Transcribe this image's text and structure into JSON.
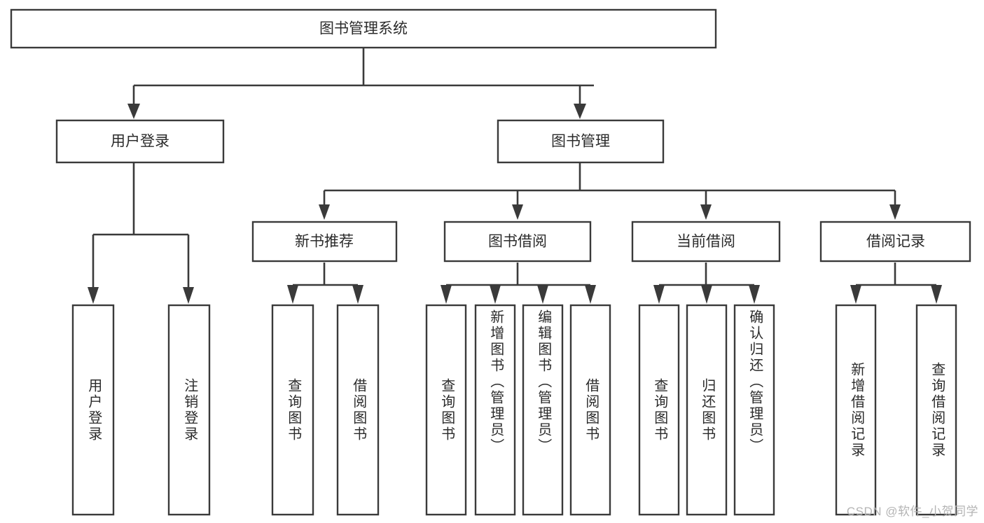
{
  "diagram": {
    "title": "图书管理系统",
    "type": "tree-hierarchy",
    "watermark": "CSDN @软件_小贺同学",
    "colors": {
      "stroke": "#3a3a3a",
      "box_fill": "#ffffff",
      "text": "#2b2b2b",
      "background": "#ffffff",
      "watermark": "#b4b4b4"
    },
    "root": {
      "label": "图书管理系统"
    },
    "level2": [
      {
        "label": "用户登录"
      },
      {
        "label": "图书管理"
      }
    ],
    "level3": [
      {
        "label": "新书推荐"
      },
      {
        "label": "图书借阅"
      },
      {
        "label": "当前借阅"
      },
      {
        "label": "借阅记录"
      }
    ],
    "leaves": {
      "user_login": [
        {
          "label": "用户登录"
        },
        {
          "label": "注销登录"
        }
      ],
      "new_book_recommend": [
        {
          "label": "查询图书"
        },
        {
          "label": "借阅图书"
        }
      ],
      "book_borrow": [
        {
          "label": "查询图书"
        },
        {
          "label": "新增图书（管理员）"
        },
        {
          "label": "编辑图书（管理员）"
        },
        {
          "label": "借阅图书"
        }
      ],
      "current_borrow": [
        {
          "label": "查询图书"
        },
        {
          "label": "归还图书"
        },
        {
          "label": "确认归还（管理员）"
        }
      ],
      "borrow_record": [
        {
          "label": "新增借阅记录"
        },
        {
          "label": "查询借阅记录"
        }
      ]
    }
  }
}
